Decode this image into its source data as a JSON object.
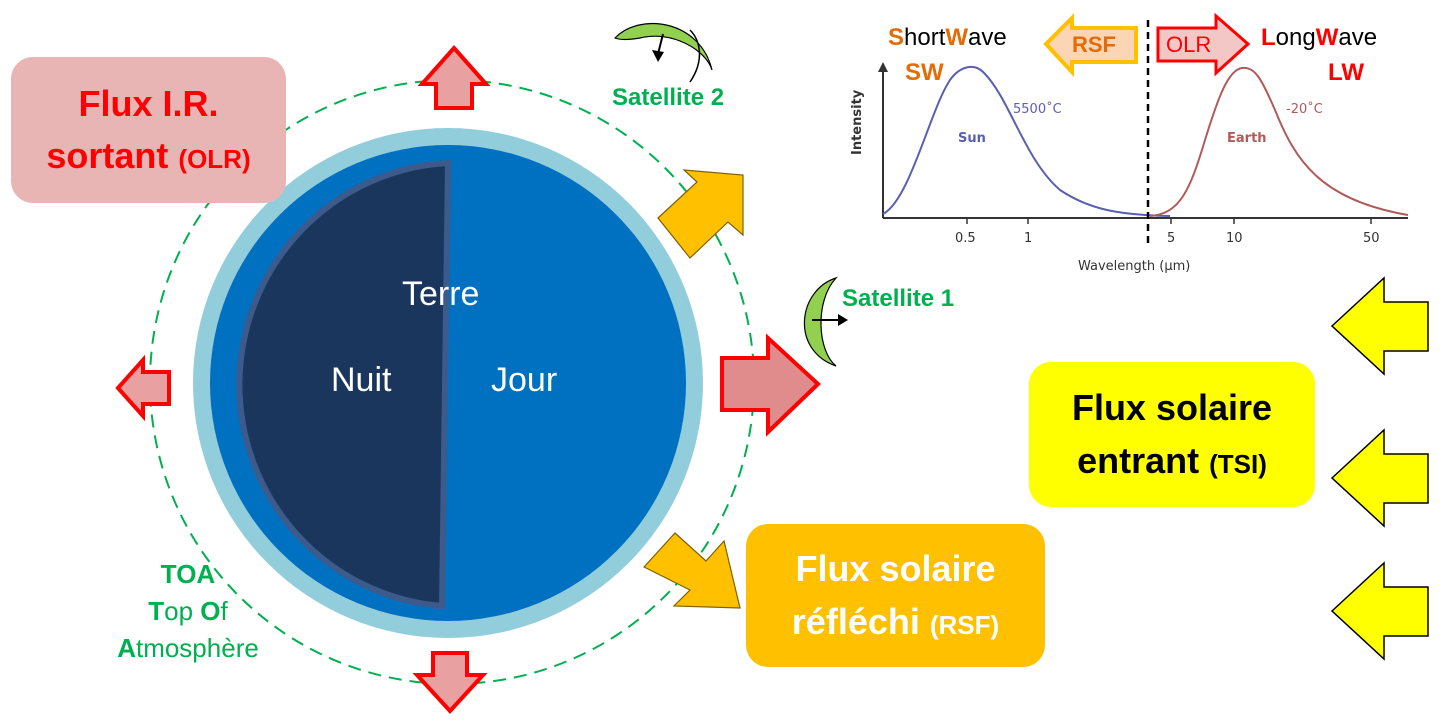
{
  "boxes": {
    "olr_line1": "Flux I.R.",
    "olr_line2": "sortant",
    "olr_abbr": "(OLR)",
    "rsf_line1": "Flux solaire",
    "rsf_line2": "réfléchi",
    "rsf_abbr": "(RSF)",
    "tsi_line1": "Flux solaire",
    "tsi_line2": "entrant",
    "tsi_abbr": "(TSI)"
  },
  "earth": {
    "title": "Terre",
    "night": "Nuit",
    "day": "Jour"
  },
  "satellites": {
    "sat1": "Satellite 1",
    "sat2": "Satellite 2"
  },
  "toa": {
    "line1": "TOA",
    "line2_a": "T",
    "line2_b": "op ",
    "line2_c": "O",
    "line2_d": "f",
    "line3_a": "A",
    "line3_b": "tmosphère"
  },
  "spectrum": {
    "sw_cap1": "S",
    "sw_mid1": "hort",
    "sw_cap2": "W",
    "sw_mid2": "ave",
    "sw_abbr": "SW",
    "lw_cap1": "L",
    "lw_mid1": "ong",
    "lw_cap2": "W",
    "lw_mid2": "ave",
    "lw_abbr": "LW",
    "rsf_arrow": "RSF",
    "olr_arrow": "OLR",
    "ylabel": "Intensity",
    "xlabel": "Wavelength (μm)",
    "sun_label": "Sun",
    "sun_temp": "5500˚C",
    "earth_label": "Earth",
    "earth_temp": "-20˚C",
    "ticks": [
      "0.5",
      "1",
      "5",
      "10",
      "50"
    ]
  },
  "colors": {
    "olr_red": "#ff0000",
    "olr_fill": "#e8b4b4",
    "rsf_orange": "#ffc000",
    "tsi_yellow": "#ffff00",
    "toa_green": "#00b050",
    "night": "#1b365d",
    "day": "#0070c0",
    "atmosphere": "#92cddc",
    "sun_curve": "#5a5fb0",
    "earth_curve": "#b05a5a",
    "sw_orange": "#e36c09"
  }
}
